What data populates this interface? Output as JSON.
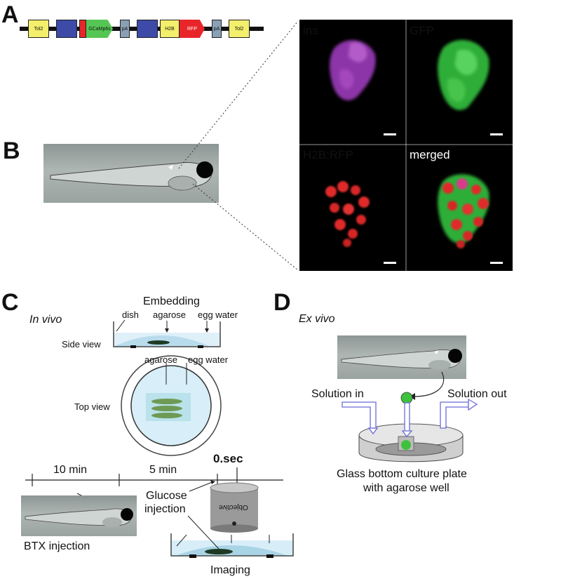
{
  "panels": {
    "a": "A",
    "b": "B",
    "c": "C",
    "d": "D"
  },
  "construct": {
    "elements": [
      {
        "label": "Tol2",
        "kind": "tol2"
      },
      {
        "label": "",
        "kind": "promoter"
      },
      {
        "label": "",
        "kind": "red"
      },
      {
        "label": "GCaMp6s",
        "kind": "gcamp"
      },
      {
        "label": "pA",
        "kind": "pa"
      },
      {
        "label": "",
        "kind": "promoter"
      },
      {
        "label": "H2B",
        "kind": "h2b"
      },
      {
        "label": "RFP",
        "kind": "rfp"
      },
      {
        "label": "pA",
        "kind": "pa"
      },
      {
        "label": "Tol2",
        "kind": "tol2"
      }
    ]
  },
  "microscopy": {
    "ins": "ins",
    "gfp": "GFP",
    "h2b_rfp": "H2B:RFP",
    "merged": "merged"
  },
  "panel_c": {
    "title": "In vivo",
    "embedding": "Embedding",
    "dish": "dish",
    "agarose_side": "agarose",
    "egg_water_side": "egg water",
    "side_view": "Side view",
    "agarose_top": "agarose",
    "egg_water_top": "egg water",
    "top_view": "Top view",
    "t_10min": "10 min",
    "t_5min": "5 min",
    "t_0sec": "0.sec",
    "glucose_injection_1": "Glucose",
    "glucose_injection_2": "injection",
    "objective": "Objective",
    "btx_injection": "BTX injection",
    "imaging": "Imaging"
  },
  "panel_d": {
    "title": "Ex vivo",
    "solution_in": "Solution in",
    "solution_out": "Solution out",
    "caption_1": "Glass bottom culture plate",
    "caption_2": "with agarose well"
  },
  "colors": {
    "tol2": "#f3ee6b",
    "promoter": "#3d4aa8",
    "gcamp": "#55c653",
    "rfp": "#e8262a",
    "pa": "#8aa0b5",
    "ins": "#9b3fb5",
    "gfp": "#3ec63e",
    "h2b_rfp": "#e8322c"
  }
}
